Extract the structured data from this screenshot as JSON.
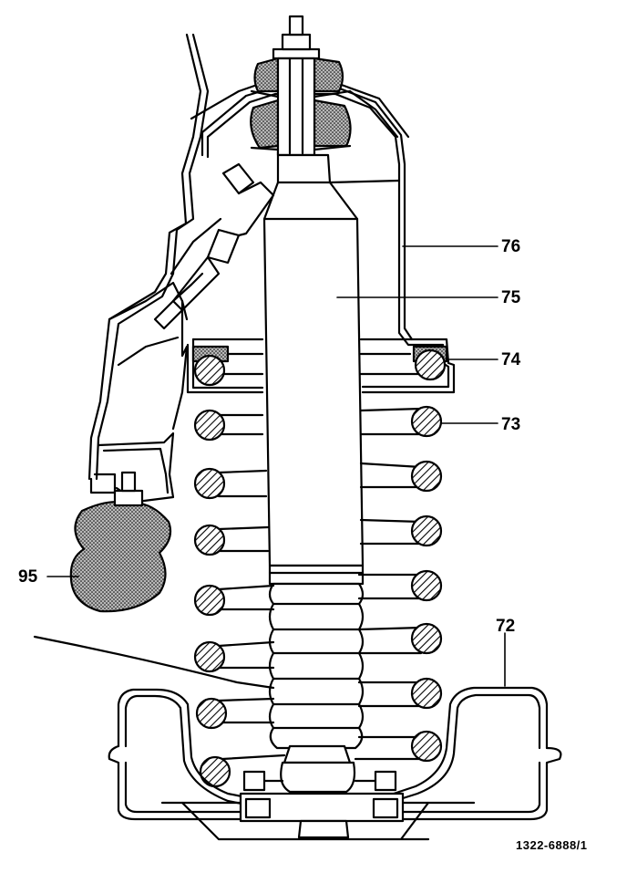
{
  "diagram": {
    "labels": {
      "spring_seat_lower": "72",
      "coil_spring": "73",
      "spring_seat_upper": "74",
      "shock_absorber": "75",
      "dome_housing": "76",
      "rubber_buffer": "95"
    },
    "reference_code": "1322-6888/1"
  },
  "colors": {
    "ink": "#000000",
    "paper": "#ffffff",
    "stipple": "#8a8a8a"
  }
}
